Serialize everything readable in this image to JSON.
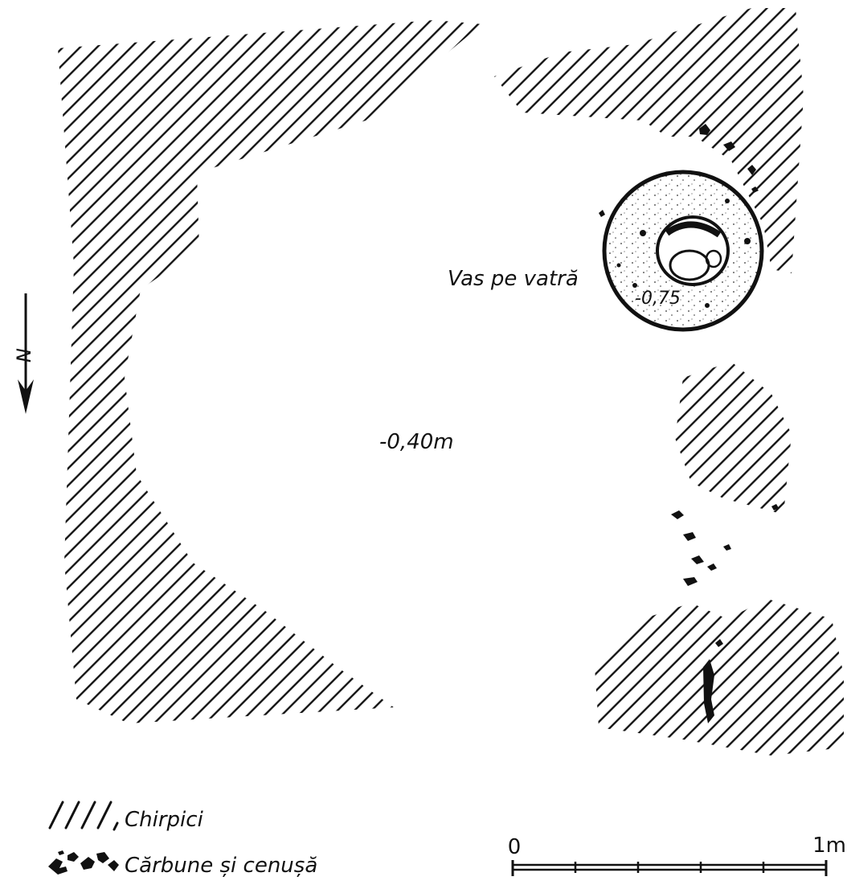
{
  "labels": {
    "hearth_vessel": "Vas pe vatră",
    "hearth_depth": "-0,75",
    "floor_depth": "-0,40m",
    "north": "N"
  },
  "legend": {
    "daub": "Chirpici",
    "charcoal": "Cărbune și cenușă"
  },
  "scale_bar": {
    "start": "0",
    "end": "1m",
    "divisions": 5
  },
  "colors": {
    "ink": "#111111",
    "paper": "#ffffff"
  }
}
